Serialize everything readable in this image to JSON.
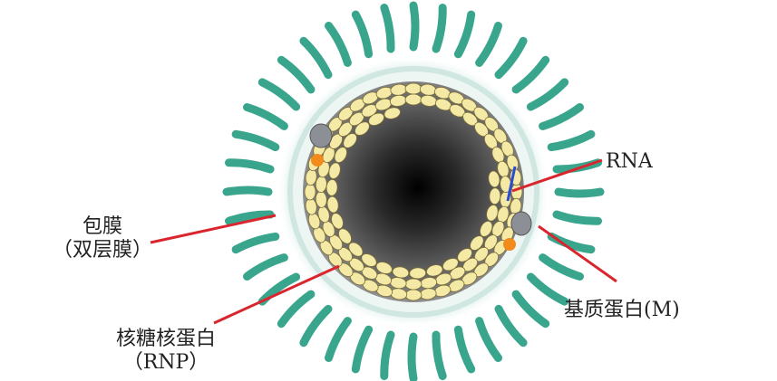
{
  "labels": {
    "rna": "RNA",
    "envelope": {
      "line1": "包膜",
      "line2": "（双层膜）"
    },
    "matrix_protein": "基质蛋白(M)",
    "rnp": {
      "line1": "核糖核蛋白",
      "line2": "（RNP）"
    }
  },
  "colors": {
    "spike": "#3aa58d",
    "membrane_halo": "#dff0ee",
    "capsule_bead": "#f4eaa6",
    "bead_outline": "#7a6c3a",
    "core_outer": "#8c8c8c",
    "core_inner": "#000000",
    "leader_line": "#d9262e",
    "rna_strand": "#2a4bd6",
    "orange_dot": "#f28a1c",
    "gray_blob": "#8d8f96"
  },
  "bead_rows": [
    {
      "count": 44,
      "offset": 0
    },
    {
      "count": 38,
      "offset": 0.5
    },
    {
      "count": 30,
      "offset": 0.25
    }
  ],
  "spike_count": 40
}
